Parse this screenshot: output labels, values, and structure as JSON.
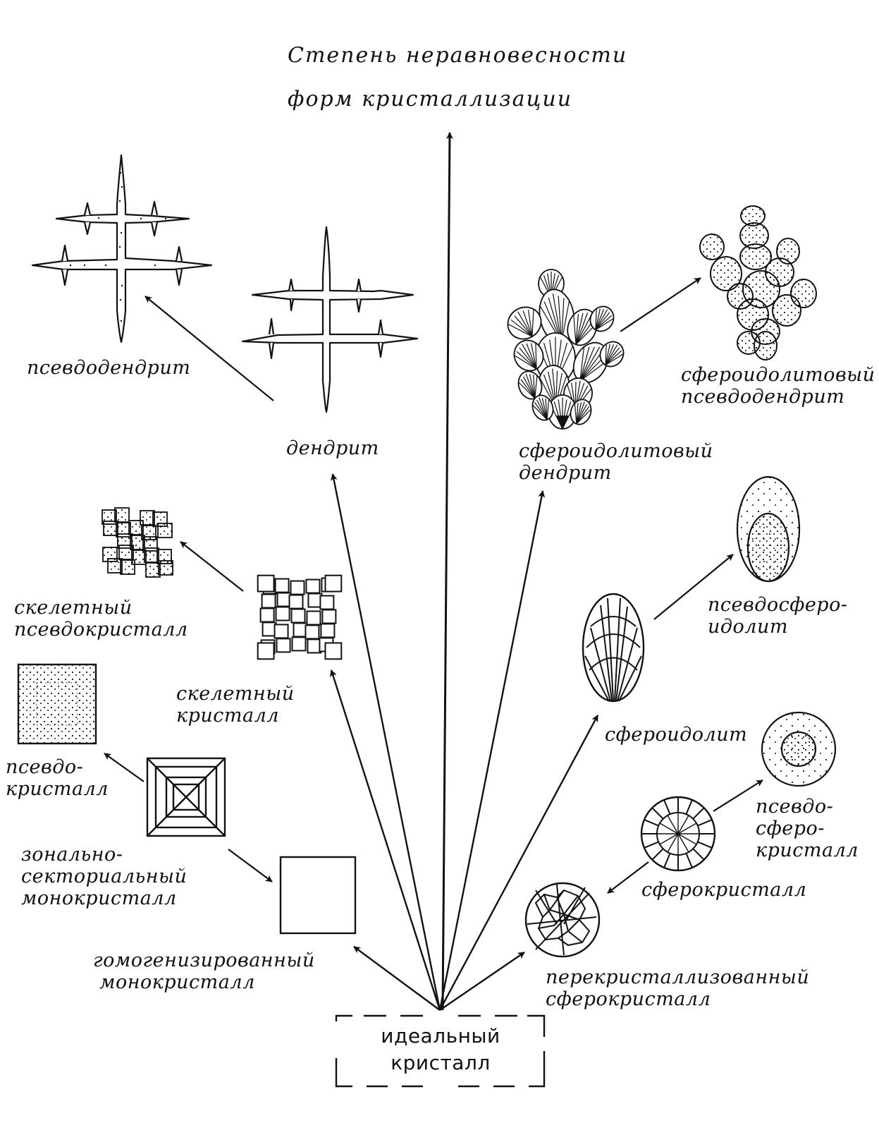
{
  "title": "Степень неравновесности\nформ кристаллизации",
  "labels": {
    "ideal": "идеальный\nкристалл",
    "homogenized": "гомогенизированный\n монокристалл",
    "zonal": "зонально-\nсекториальный\nмонокристалл",
    "pseudocrystal": "псевдо-\nкристалл",
    "skeletal": "скелетный\nкристалл",
    "skeletal_pseudo": "скелетный\nпсевдокристалл",
    "dendrite": "дендрит",
    "pseudodendrite": "псевдодендрит",
    "sph_dendrite": "сфероидолитовый\nдендрит",
    "sph_pseudodendrite": "сфероидолитовый\nпсевдодендрит",
    "spheroidolite": "сфероидолит",
    "pseudospheroidolite": "псевдосферо-\nидолит",
    "spherocrystal": "сферокристалл",
    "pseudospherocrystal": "псевдо-\nсферо-\nкристалл",
    "recryst": "перекристаллизованный\nсферокристалл"
  },
  "colors": {
    "ink": "#111111",
    "background": "#ffffff"
  }
}
